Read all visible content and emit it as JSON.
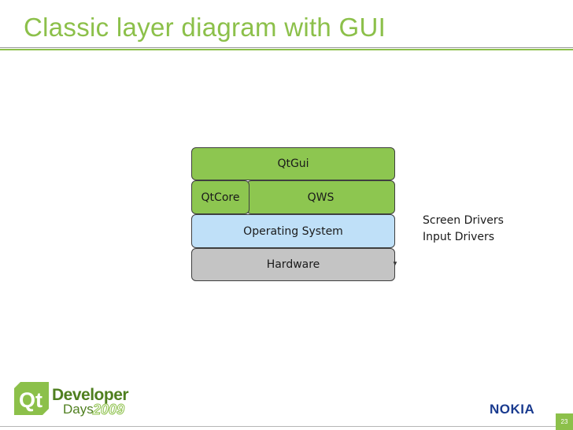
{
  "slide": {
    "title": "Classic layer diagram with GUI",
    "page_number": "23"
  },
  "diagram": {
    "layers": {
      "qtgui": "QtGui",
      "qtcore": "QtCore",
      "qws": "QWS",
      "os": "Operating System",
      "hardware": "Hardware"
    },
    "side_labels": [
      "Screen Drivers",
      "Input Drivers"
    ]
  },
  "footer": {
    "logo_qt": "Qt",
    "logo_developer": "Developer",
    "logo_days": "Days",
    "logo_year": "2009",
    "brand": "NOKIA"
  },
  "colors": {
    "accent_green": "#8cc04a",
    "layer_green": "#8dc650",
    "layer_blue": "#bfe0f8",
    "layer_gray": "#c4c4c4",
    "nokia_blue": "#1a3b8f"
  }
}
